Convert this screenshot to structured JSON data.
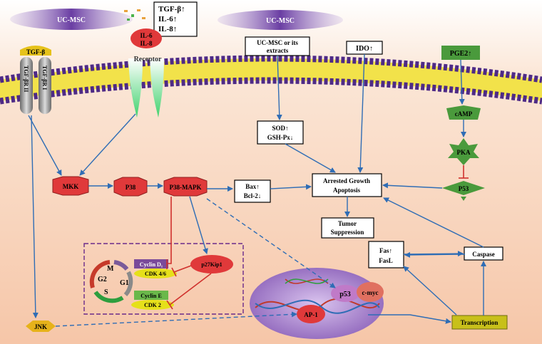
{
  "cells": {
    "msc_left": "UC-MSC",
    "msc_center": "UC-MSC"
  },
  "ligands": {
    "tgf_beta": "TGF-β",
    "il6": "IL-6",
    "il8": "IL-8",
    "receptor": "Receptor",
    "tgfbr2": "TGF-βR II",
    "tgfbr1": "TGF-βR I"
  },
  "secreted_box": [
    "TGF-β↑",
    "IL-6↑",
    "IL-8↑"
  ],
  "extracts_box": [
    "UC-MSC or its",
    "extracts"
  ],
  "ido": "IDO↑",
  "pge2": "PGE2↑",
  "camp": "cAMP",
  "pka": "PKA",
  "p53_right": "P53",
  "sod_box": [
    "SOD↑",
    "GSH-Px↓"
  ],
  "arrested_box": [
    "Arrested Growth",
    "Apoptosis"
  ],
  "tumor_box": [
    "Tumor",
    "Suppression"
  ],
  "mkk": "MKK",
  "p38": "P38",
  "p38mapk": "P38-MAPK",
  "bax_box": [
    "Bax↑",
    "Bcl-2↓"
  ],
  "p27": "p27Kip1",
  "cell_cycle": {
    "cyclin_d1": "Cyclin D₁",
    "cdk46": "CDK 4/6",
    "cyclin_e": "Cyclin E",
    "cdk2": "CDK 2",
    "phase_m": "M",
    "phase_g2": "G2",
    "phase_s": "S",
    "phase_g1": "G1"
  },
  "fas_box": [
    "Fas↑",
    "FasL"
  ],
  "caspase": "Caspase",
  "transcription": "Transcription",
  "nucleus": {
    "p53": "p53",
    "cmyc": "c-myc",
    "ap1": "AP-1"
  },
  "jnk": "JNK",
  "colors": {
    "membrane": "#5a2d8a",
    "arrow_blue": "#2f6db5",
    "inhibit_red": "#d0312d",
    "node_red": "#e0393a",
    "node_green": "#4a9a3c",
    "node_yellow": "#e6c21a",
    "nucleus": "#8a5fb8"
  }
}
